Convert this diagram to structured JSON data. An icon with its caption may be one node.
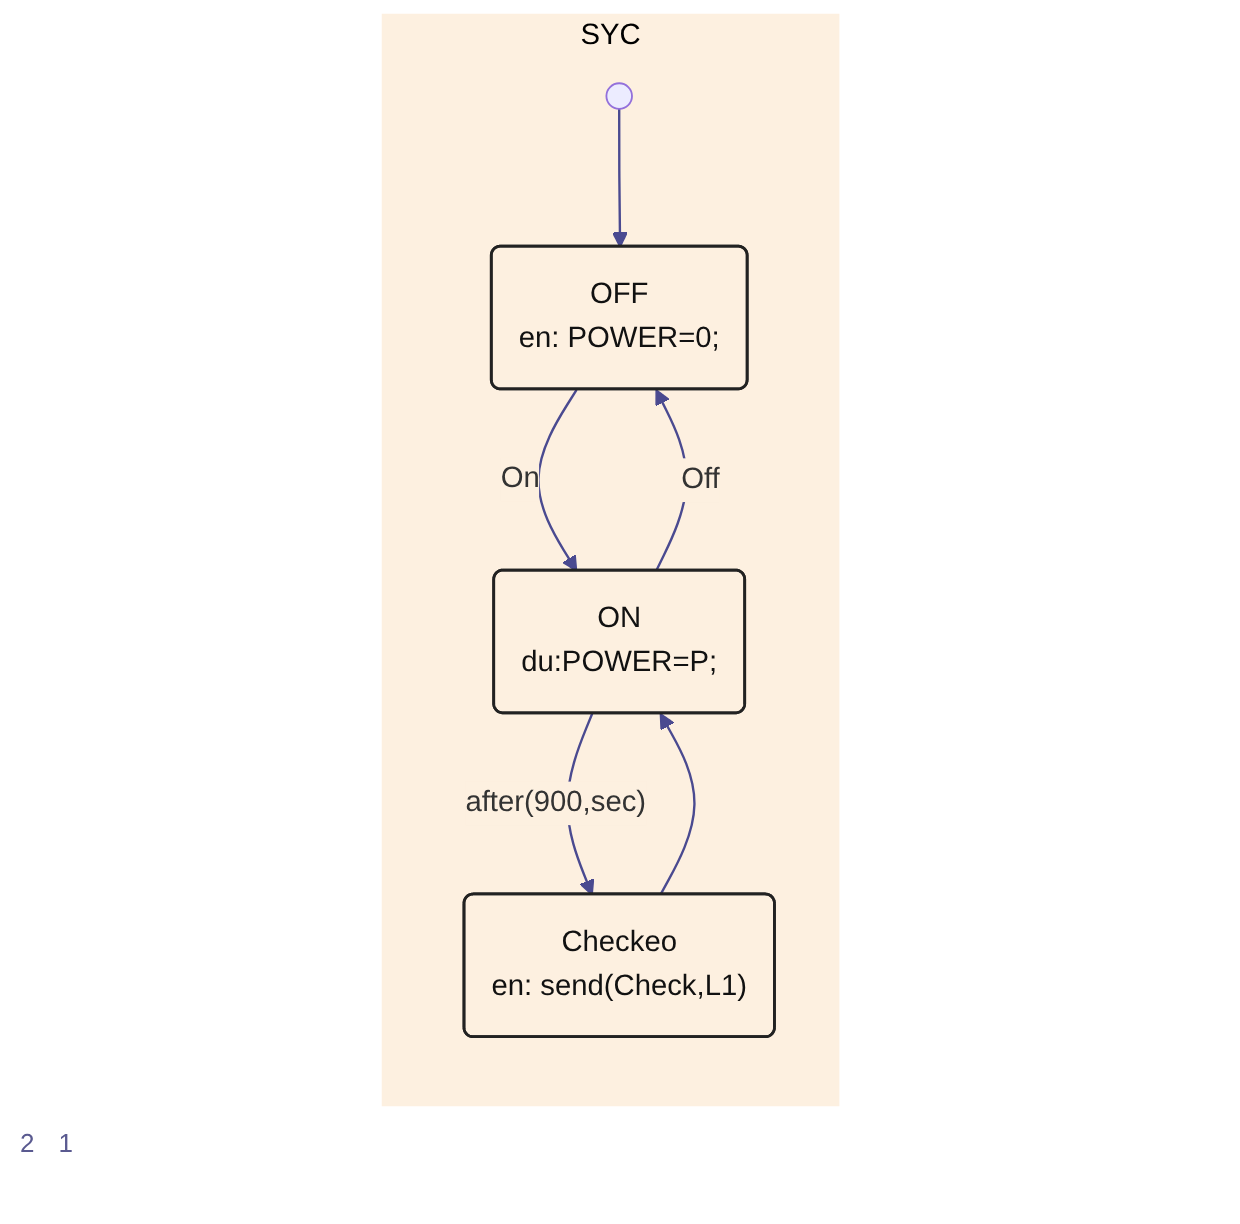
{
  "diagram": {
    "nodes": [
      {
        "text": [
          "SYC"
        ]
      },
      {
        "text": [],
        "shape": "circle",
        "in": 0
      },
      {
        "text": [
          "OFF",
          "en: POWER=0;"
        ],
        "in": 0
      },
      {
        "text": [
          "ON",
          "du:POWER=P;"
        ],
        "in": 0
      },
      {
        "text": [
          "Checkeo",
          "en: send(Check,L1)"
        ],
        "in": 0
      }
    ],
    "edges": [
      {
        "from": 1,
        "to": 2,
        "arrow": "to"
      },
      {
        "from": 2,
        "to": 3,
        "label": "On",
        "arrow": "to"
      },
      {
        "from": 3,
        "to": 2,
        "label": "Off",
        "arrow": "to"
      },
      {
        "from": 3,
        "to": 4,
        "label": "after(900,sec)",
        "arrow": "to"
      },
      {
        "from": 4,
        "to": 3,
        "arrow": "to"
      }
    ],
    "labels": [
      "2",
      "1"
    ]
  }
}
